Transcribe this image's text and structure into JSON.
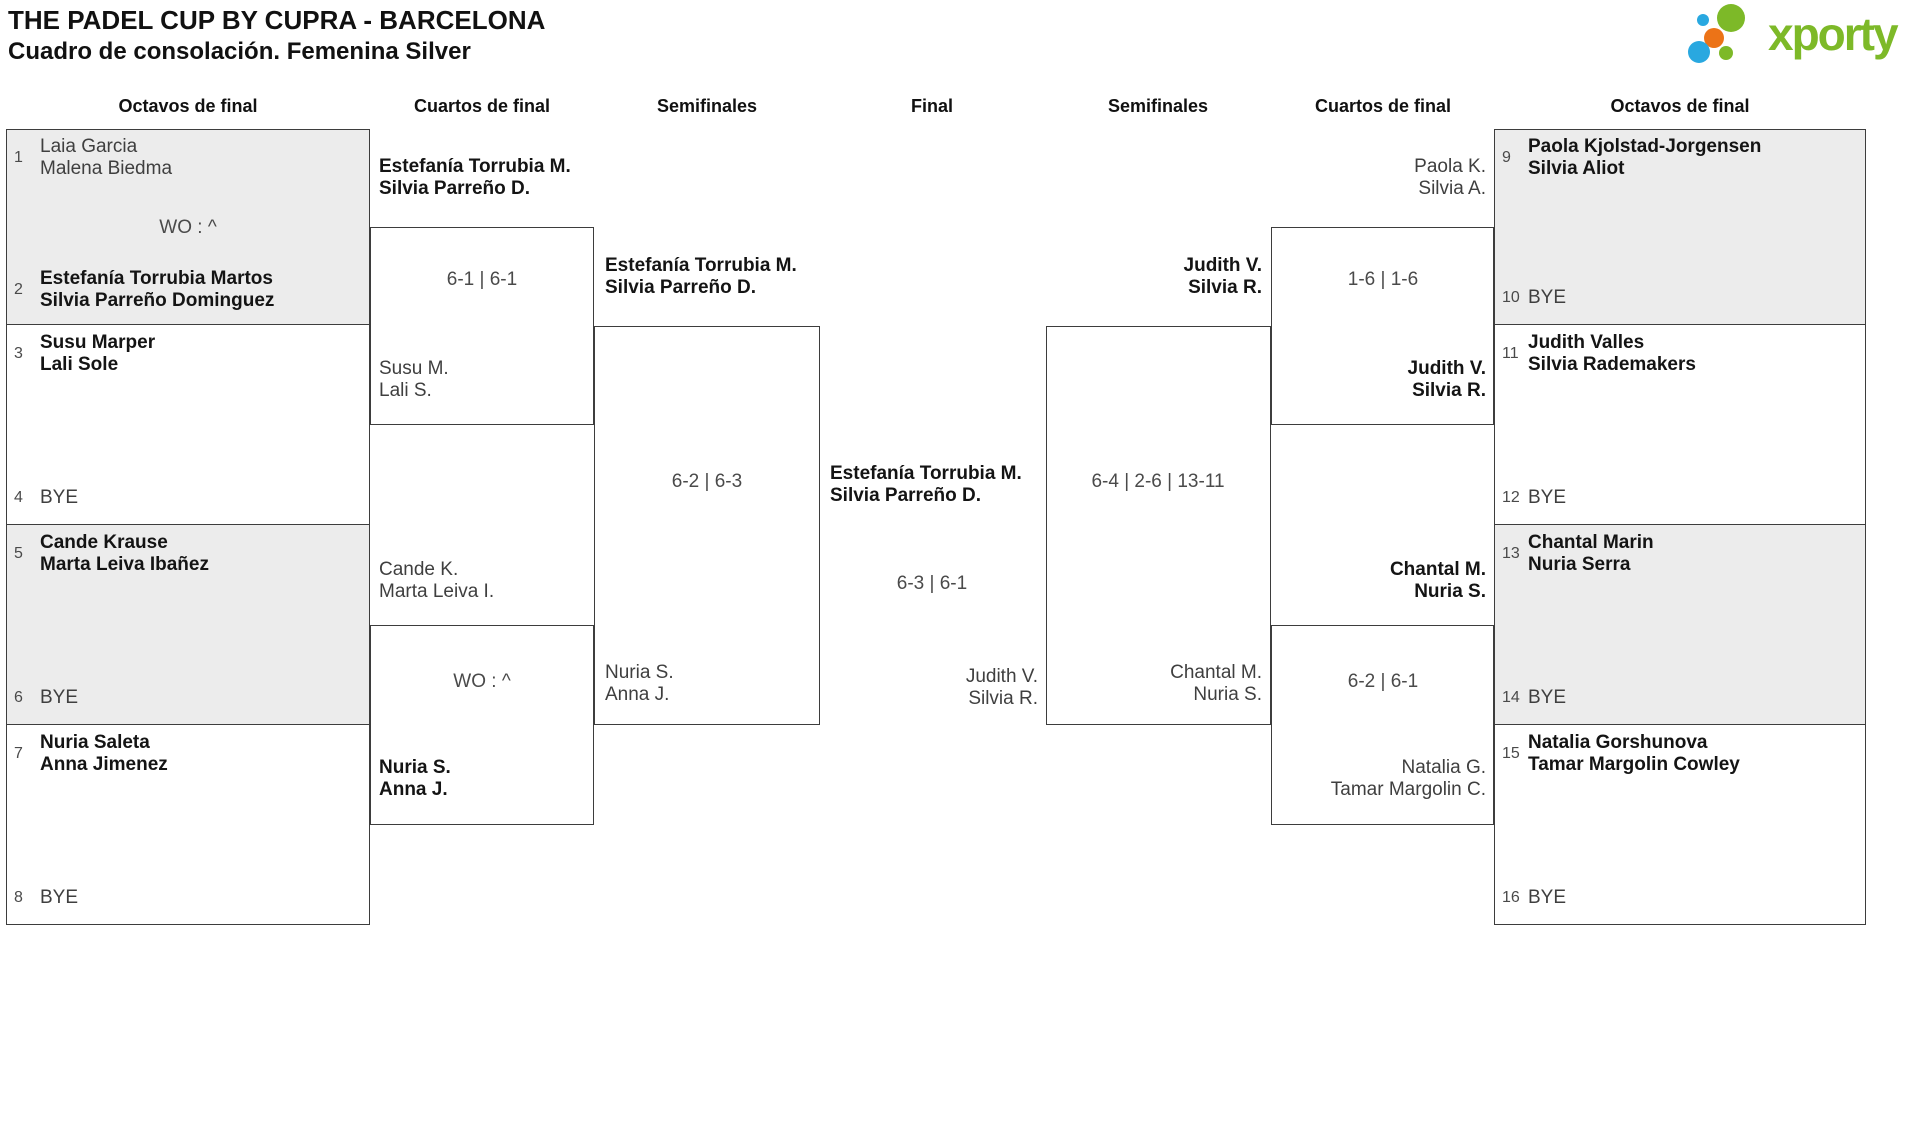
{
  "header": {
    "title": "THE PADEL CUP BY CUPRA - BARCELONA",
    "subtitle": "Cuadro de consolación. Femenina Silver"
  },
  "logo": {
    "text": "xporty"
  },
  "colors": {
    "brand_green": "#7db928",
    "dot_blue": "#29a8e0",
    "dot_orange": "#ec7317",
    "box_fill": "#ececec",
    "line": "#3d3d3d",
    "winner_text": "#141414",
    "loser_text": "#3f3f3f"
  },
  "round_headers": [
    "Octavos de final",
    "Cuartos de final",
    "Semifinales",
    "Final",
    "Semifinales",
    "Cuartos de final",
    "Octavos de final"
  ],
  "matches": {
    "l16_1": {
      "seed_top": "1",
      "team_top": [
        "Laia Garcia",
        "Malena Biedma"
      ],
      "score": "WO : ^",
      "seed_bottom": "2",
      "team_bottom": [
        "Estefanía Torrubia Martos",
        "Silvia Parreño Dominguez"
      ]
    },
    "l16_2": {
      "seed_top": "3",
      "team_top": [
        "Susu Marper",
        "Lali Sole"
      ],
      "seed_bottom": "4",
      "team_bottom": [
        "BYE"
      ]
    },
    "l16_3": {
      "seed_top": "5",
      "team_top": [
        "Cande Krause",
        "Marta Leiva Ibañez"
      ],
      "seed_bottom": "6",
      "team_bottom": [
        "BYE"
      ]
    },
    "l16_4": {
      "seed_top": "7",
      "team_top": [
        "Nuria Saleta",
        "Anna Jimenez"
      ],
      "seed_bottom": "8",
      "team_bottom": [
        "BYE"
      ]
    },
    "lqf_1": {
      "team_top": [
        "Estefanía Torrubia M.",
        "Silvia Parreño D."
      ],
      "score": "6-1 | 6-1",
      "team_bottom": [
        "Susu M.",
        "Lali S."
      ]
    },
    "lqf_2": {
      "team_top": [
        "Cande K.",
        "Marta Leiva I."
      ],
      "score": "WO : ^",
      "team_bottom": [
        "Nuria S.",
        "Anna J."
      ]
    },
    "lsf": {
      "team_top": [
        "Estefanía Torrubia M.",
        "Silvia Parreño D."
      ],
      "score": "6-2 | 6-3",
      "team_bottom": [
        "Nuria S.",
        "Anna J."
      ]
    },
    "final": {
      "team_top": [
        "Estefanía Torrubia M.",
        "Silvia Parreño D."
      ],
      "score": "6-3 | 6-1",
      "team_bottom": [
        "Judith V.",
        "Silvia R."
      ]
    },
    "rsf": {
      "team_top": [
        "Judith V.",
        "Silvia R."
      ],
      "score": "6-4 | 2-6 | 13-11",
      "team_bottom": [
        "Chantal M.",
        "Nuria S."
      ]
    },
    "rqf_1": {
      "team_top": [
        "Paola K.",
        "Silvia A."
      ],
      "score": "1-6 | 1-6",
      "team_bottom": [
        "Judith V.",
        "Silvia R."
      ]
    },
    "rqf_2": {
      "team_top": [
        "Chantal M.",
        "Nuria S."
      ],
      "score": "6-2 | 6-1",
      "team_bottom": [
        "Natalia G.",
        "Tamar Margolin C."
      ]
    },
    "r16_1": {
      "seed_top": "9",
      "team_top": [
        "Paola Kjolstad-Jorgensen",
        "Silvia Aliot"
      ],
      "seed_bottom": "10",
      "team_bottom": [
        "BYE"
      ]
    },
    "r16_2": {
      "seed_top": "11",
      "team_top": [
        "Judith Valles",
        "Silvia Rademakers"
      ],
      "seed_bottom": "12",
      "team_bottom": [
        "BYE"
      ]
    },
    "r16_3": {
      "seed_top": "13",
      "team_top": [
        "Chantal Marin",
        "Nuria Serra"
      ],
      "seed_bottom": "14",
      "team_bottom": [
        "BYE"
      ]
    },
    "r16_4": {
      "seed_top": "15",
      "team_top": [
        "Natalia Gorshunova",
        "Tamar Margolin Cowley"
      ],
      "seed_bottom": "16",
      "team_bottom": [
        "BYE"
      ]
    }
  }
}
